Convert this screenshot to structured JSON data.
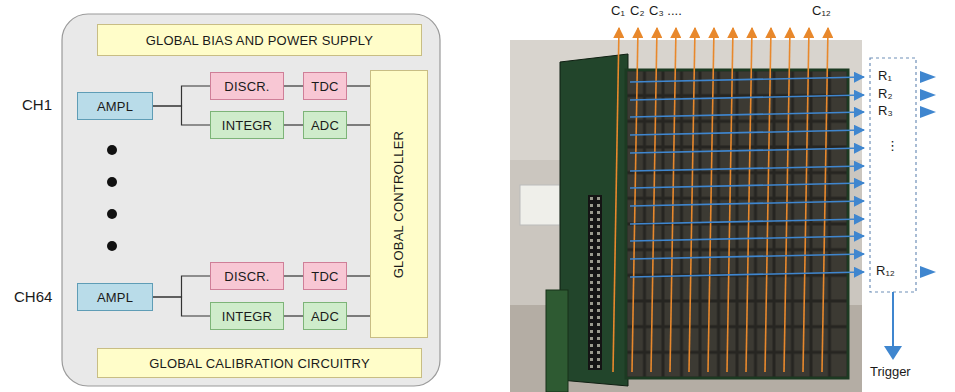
{
  "diagram": {
    "nodes": [
      {
        "text": [
          "GLOBAL BIAS AND POWER SUPPLY"
        ]
      },
      {
        "text": [
          "AMPL"
        ]
      },
      {
        "text": [
          "DISCR."
        ]
      },
      {
        "text": [
          "TDC"
        ]
      },
      {
        "text": [
          "INTEGR"
        ]
      },
      {
        "text": [
          "ADC"
        ]
      },
      {
        "text": [
          "GLOBAL CONTROLLER"
        ]
      },
      {
        "text": [
          "AMPL"
        ]
      },
      {
        "text": [
          "DISCR."
        ]
      },
      {
        "text": [
          "TDC"
        ]
      },
      {
        "text": [
          "INTEGR"
        ]
      },
      {
        "text": [
          "ADC"
        ]
      },
      {
        "text": [
          "GLOBAL CALIBRATION CIRCUITRY"
        ]
      }
    ],
    "edges": [
      {
        "from": 1,
        "to": 2,
        "arrow": "none"
      },
      {
        "from": 1,
        "to": 4,
        "arrow": "none"
      },
      {
        "from": 2,
        "to": 3,
        "arrow": "none"
      },
      {
        "from": 4,
        "to": 5,
        "arrow": "none"
      },
      {
        "from": 3,
        "to": 6,
        "arrow": "none"
      },
      {
        "from": 5,
        "to": 6,
        "arrow": "none"
      },
      {
        "from": 7,
        "to": 8,
        "arrow": "none"
      },
      {
        "from": 7,
        "to": 10,
        "arrow": "none"
      },
      {
        "from": 8,
        "to": 9,
        "arrow": "none"
      },
      {
        "from": 10,
        "to": 11,
        "arrow": "none"
      },
      {
        "from": 9,
        "to": 6,
        "arrow": "none"
      },
      {
        "from": 11,
        "to": 6,
        "arrow": "none"
      }
    ],
    "labels": [
      "CH1",
      "CH64",
      "C₁",
      "C₂",
      "C₃ ....",
      "C₁₂",
      "R₁",
      "R₂",
      "R₃",
      "⋮",
      "R₁₂",
      "Trigger"
    ]
  }
}
